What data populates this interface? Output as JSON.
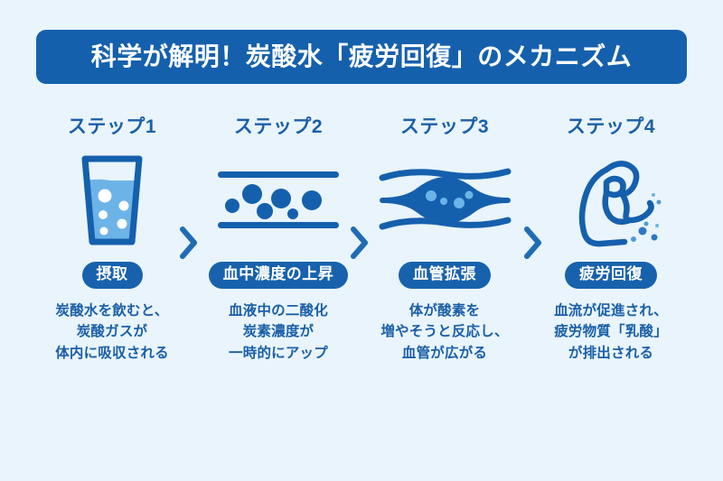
{
  "header": {
    "title": "科学が解明！炭酸水「疲労回復」のメカニズム"
  },
  "colors": {
    "background": "#e9f4fc",
    "header_bg": "#1560ad",
    "badge_bg": "#1862ad",
    "text_blue": "#1a5fa8",
    "icon_dark_blue": "#1560ad",
    "icon_light_blue": "#6cb3e8",
    "chevron": "#1f6cb5"
  },
  "steps": [
    {
      "step_label": "ステップ1",
      "icon": "water-glass-icon",
      "badge": "摂取",
      "description": "炭酸水を飲むと、\n炭酸ガスが\n体内に吸収される"
    },
    {
      "step_label": "ステップ2",
      "icon": "bloodstream-bubbles-icon",
      "badge": "血中濃度の上昇",
      "description": "血液中の二酸化\n炭素濃度が\n一時的にアップ"
    },
    {
      "step_label": "ステップ3",
      "icon": "dilated-vessel-icon",
      "badge": "血管拡張",
      "description": "体が酸素を\n増やそうと反応し、\n血管が広がる"
    },
    {
      "step_label": "ステップ4",
      "icon": "flexed-bicep-icon",
      "badge": "疲労回復",
      "description": "血流が促進され、\n疲労物質「乳酸」\nが排出される"
    }
  ],
  "separators": [
    {
      "icon": "chevron-right-icon"
    },
    {
      "icon": "chevron-right-icon"
    },
    {
      "icon": "chevron-right-icon"
    }
  ]
}
